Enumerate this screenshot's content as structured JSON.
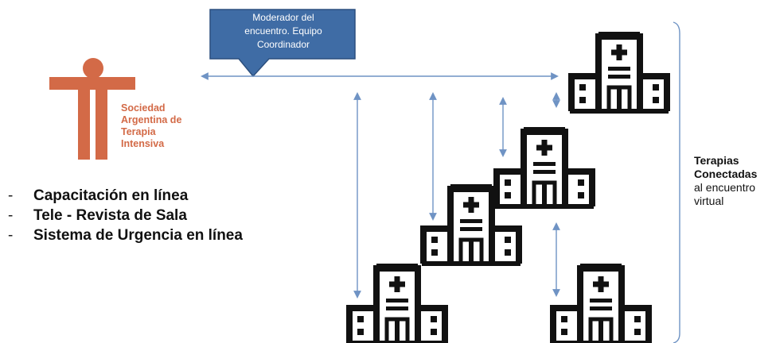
{
  "logo": {
    "lines": [
      "Sociedad",
      "Argentina de",
      "Terapia",
      "Intensiva"
    ],
    "color": "#d36a47"
  },
  "bullets": [
    {
      "marker": "-",
      "text": "Capacitación en línea"
    },
    {
      "marker": "-",
      "text": "Tele - Revista de Sala"
    },
    {
      "marker": "-",
      "text": "Sistema de Urgencia en línea"
    }
  ],
  "moderator": {
    "lines": [
      "Moderador del",
      "encuentro. Equipo",
      "Coordinador"
    ],
    "fill": "#3f6ca5"
  },
  "connected": {
    "line1": "Terapias",
    "line2": "Conectadas",
    "line3": "al encuentro",
    "line4": "virtual"
  },
  "colors": {
    "arrows": "#6f93c4",
    "icons": "#111111"
  },
  "icons": [
    "hospital-icon",
    "hospital-icon",
    "hospital-icon",
    "hospital-icon",
    "hospital-icon"
  ]
}
